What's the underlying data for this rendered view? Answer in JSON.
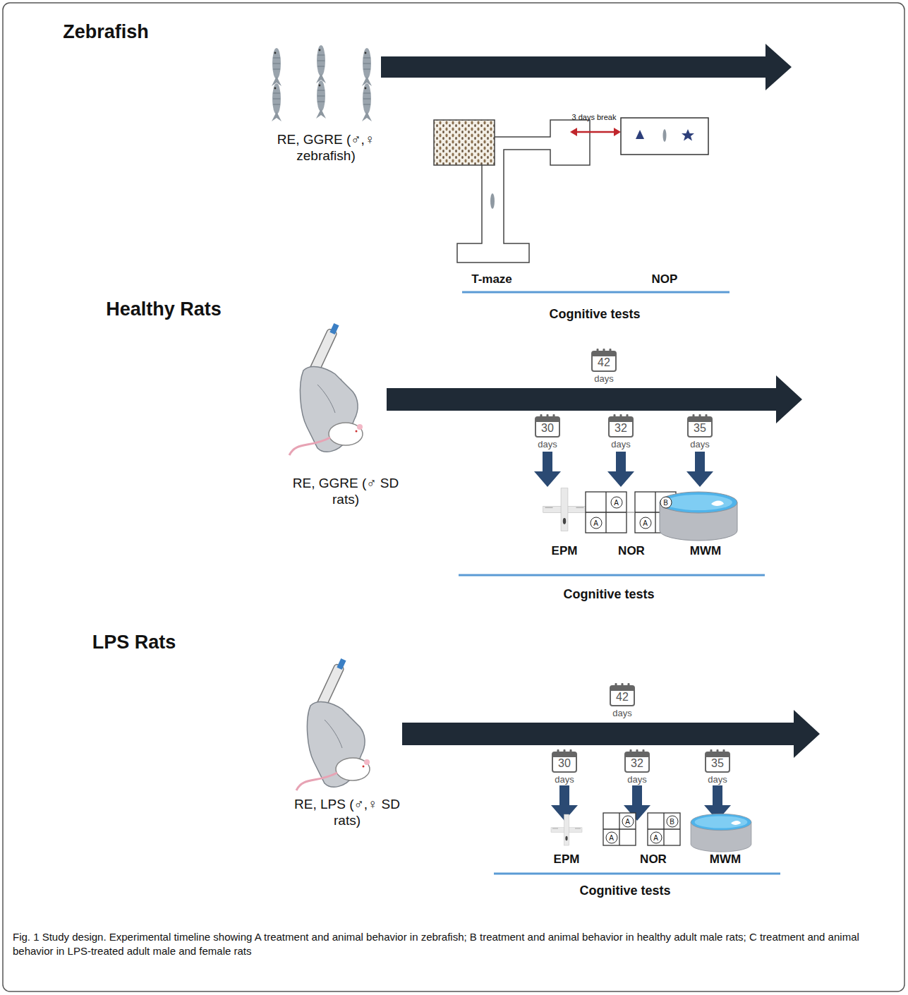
{
  "diagram": {
    "caption": "Fig. 1 Study design. Experimental timeline showing A treatment and animal behavior in zebrafish; B treatment and animal behavior in healthy adult male rats; C treatment and animal behavior in LPS-treated adult male and female rats",
    "nodes": [
      {
        "text": [
          "42",
          "days"
        ]
      },
      {
        "text": [
          "30",
          "days"
        ]
      },
      {
        "text": [
          "32",
          "days"
        ]
      },
      {
        "text": [
          "35",
          "days"
        ]
      },
      {
        "text": [
          "A"
        ]
      },
      {
        "text": [
          "A"
        ]
      },
      {
        "text": [
          "B"
        ]
      },
      {
        "text": [
          "A"
        ]
      },
      {
        "text": [
          "42",
          "days"
        ]
      },
      {
        "text": [
          "30",
          "days"
        ]
      },
      {
        "text": [
          "32",
          "days"
        ]
      },
      {
        "text": [
          "35",
          "days"
        ]
      },
      {
        "text": [
          "A"
        ]
      },
      {
        "text": [
          "A"
        ]
      },
      {
        "text": [
          "B"
        ]
      },
      {
        "text": [
          "A"
        ]
      }
    ],
    "labels": [
      "Zebrafish",
      "RE, GGRE (♂,♀ zebrafish)",
      "3 days break",
      "T-maze",
      "NOP",
      "Cognitive tests",
      "Healthy Rats",
      "RE, GGRE (♂ SD rats)",
      "EPM",
      "NOR",
      "MWM",
      "Cognitive tests",
      "LPS Rats",
      "RE, LPS (♂,♀ SD rats)",
      "EPM",
      "NOR",
      "MWM",
      "Cognitive tests"
    ]
  }
}
